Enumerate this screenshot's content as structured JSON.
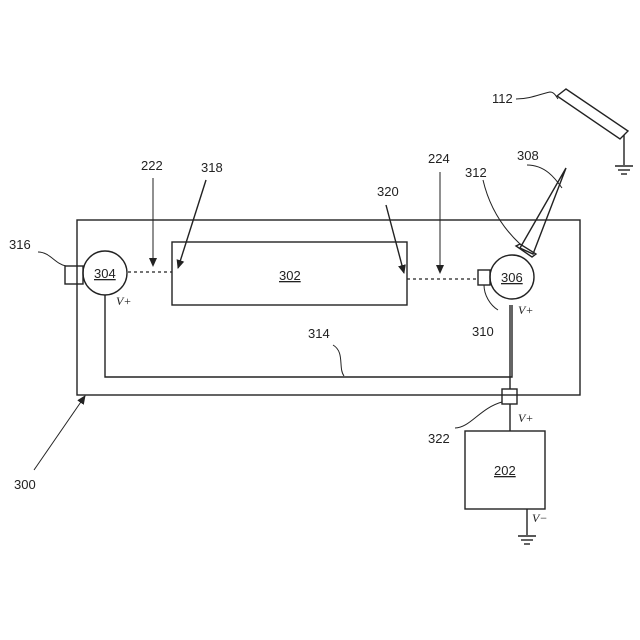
{
  "refs": {
    "r112": "112",
    "r308": "308",
    "r312": "312",
    "r222": "222",
    "r318": "318",
    "r224": "224",
    "r320": "320",
    "r316": "316",
    "r304": "304",
    "r302": "302",
    "r306": "306",
    "r310": "310",
    "r314": "314",
    "r322": "322",
    "r202": "202",
    "r300": "300"
  },
  "voltages": {
    "v_plus_304": "V+",
    "v_plus_306": "V+",
    "v_plus_supply": "V+",
    "v_minus_supply": "V−"
  }
}
